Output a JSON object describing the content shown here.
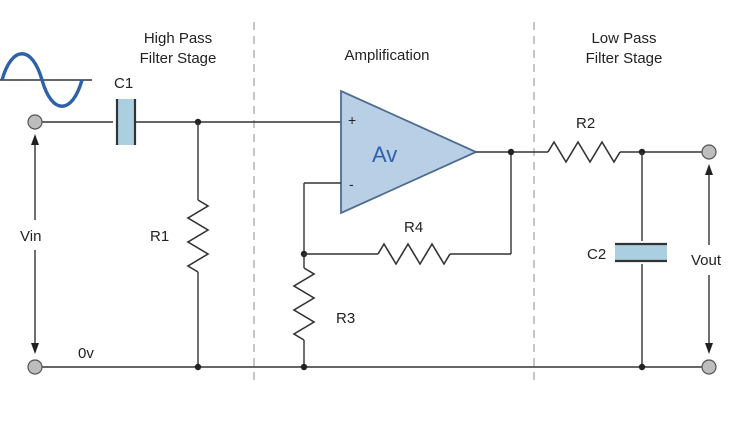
{
  "stages": {
    "high_pass_line1": "High Pass",
    "high_pass_line2": "Filter Stage",
    "amplification": "Amplification",
    "low_pass_line1": "Low Pass",
    "low_pass_line2": "Filter Stage"
  },
  "components": {
    "c1": "C1",
    "c2": "C2",
    "r1": "R1",
    "r2": "R2",
    "r3": "R3",
    "r4": "R4",
    "opamp_gain": "Av",
    "plus": "+",
    "minus": "-"
  },
  "signals": {
    "vin": "Vin",
    "vout": "Vout",
    "ground": "0v"
  },
  "colors": {
    "component_fill": "#a9cfe0",
    "sine_wave": "#2f61a8",
    "opamp_fill": "#b9cfe6",
    "opamp_stroke": "#4d6d8e",
    "wire": "#333333"
  }
}
